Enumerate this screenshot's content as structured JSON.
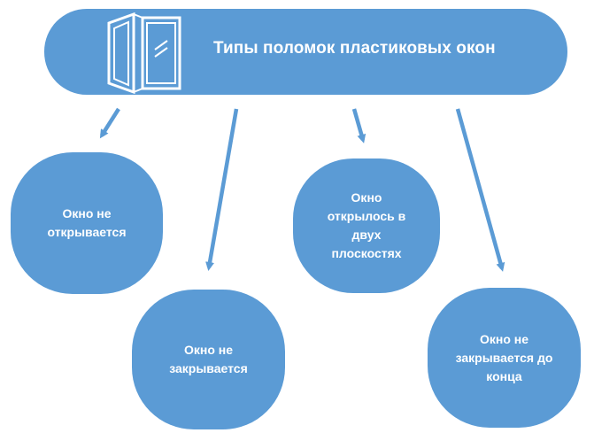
{
  "title": "Типы поломок пластиковых окон",
  "title_icon": "plastic-window-icon",
  "nodes": [
    {
      "id": "not-opening",
      "label": "Окно не открывается"
    },
    {
      "id": "not-closing",
      "label": "Окно не закрывается"
    },
    {
      "id": "opened-two-planes",
      "label": "Окно открылось в двух плоскостях"
    },
    {
      "id": "not-closing-fully",
      "label": "Окно не закрывается до конца"
    }
  ],
  "colors": {
    "fill": "#5b9bd5",
    "text": "#ffffff",
    "arrow": "#5b9bd5"
  }
}
